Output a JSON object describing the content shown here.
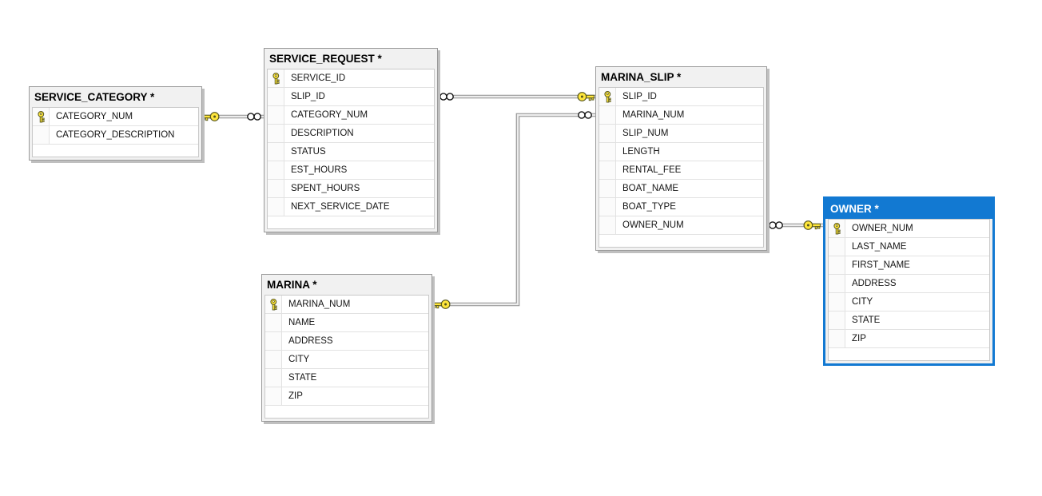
{
  "diagram_type": "database-relationship-diagram",
  "tables": [
    {
      "name": "SERVICE_CATEGORY",
      "title": "SERVICE_CATEGORY *",
      "selected": false,
      "columns": [
        {
          "name": "CATEGORY_NUM",
          "key": true
        },
        {
          "name": "CATEGORY_DESCRIPTION",
          "key": false
        }
      ]
    },
    {
      "name": "SERVICE_REQUEST",
      "title": "SERVICE_REQUEST *",
      "selected": false,
      "columns": [
        {
          "name": "SERVICE_ID",
          "key": true
        },
        {
          "name": "SLIP_ID",
          "key": false
        },
        {
          "name": "CATEGORY_NUM",
          "key": false
        },
        {
          "name": "DESCRIPTION",
          "key": false
        },
        {
          "name": "STATUS",
          "key": false
        },
        {
          "name": "EST_HOURS",
          "key": false
        },
        {
          "name": "SPENT_HOURS",
          "key": false
        },
        {
          "name": "NEXT_SERVICE_DATE",
          "key": false
        }
      ]
    },
    {
      "name": "MARINA_SLIP",
      "title": "MARINA_SLIP *",
      "selected": false,
      "columns": [
        {
          "name": "SLIP_ID",
          "key": true
        },
        {
          "name": "MARINA_NUM",
          "key": false
        },
        {
          "name": "SLIP_NUM",
          "key": false
        },
        {
          "name": "LENGTH",
          "key": false
        },
        {
          "name": "RENTAL_FEE",
          "key": false
        },
        {
          "name": "BOAT_NAME",
          "key": false
        },
        {
          "name": "BOAT_TYPE",
          "key": false
        },
        {
          "name": "OWNER_NUM",
          "key": false
        }
      ]
    },
    {
      "name": "MARINA",
      "title": "MARINA *",
      "selected": false,
      "columns": [
        {
          "name": "MARINA_NUM",
          "key": true
        },
        {
          "name": "NAME",
          "key": false
        },
        {
          "name": "ADDRESS",
          "key": false
        },
        {
          "name": "CITY",
          "key": false
        },
        {
          "name": "STATE",
          "key": false
        },
        {
          "name": "ZIP",
          "key": false
        }
      ]
    },
    {
      "name": "OWNER",
      "title": "OWNER *",
      "selected": true,
      "columns": [
        {
          "name": "OWNER_NUM",
          "key": true
        },
        {
          "name": "LAST_NAME",
          "key": false
        },
        {
          "name": "FIRST_NAME",
          "key": false
        },
        {
          "name": "ADDRESS",
          "key": false
        },
        {
          "name": "CITY",
          "key": false
        },
        {
          "name": "STATE",
          "key": false
        },
        {
          "name": "ZIP",
          "key": false
        }
      ]
    }
  ],
  "relationships": [
    {
      "one_table": "SERVICE_CATEGORY",
      "many_table": "SERVICE_REQUEST",
      "one_end_icon": "key-icon",
      "many_end_icon": "infinity-icon"
    },
    {
      "one_table": "MARINA_SLIP",
      "many_table": "SERVICE_REQUEST",
      "one_end_icon": "key-icon",
      "many_end_icon": "infinity-icon"
    },
    {
      "one_table": "MARINA",
      "many_table": "MARINA_SLIP",
      "one_end_icon": "key-icon",
      "many_end_icon": "infinity-icon"
    },
    {
      "one_table": "OWNER",
      "many_table": "MARINA_SLIP",
      "one_end_icon": "key-icon",
      "many_end_icon": "infinity-icon"
    }
  ],
  "icons": {
    "primary_key": "key-icon",
    "one_end": "key-icon",
    "many_end": "infinity-icon"
  },
  "colors": {
    "canvas_bg": "#ffffff",
    "table_bg": "#f1f1f1",
    "rows_bg": "#ffffff",
    "table_border": "#9a9a9a",
    "table_shadow": "#bfbfbf",
    "grid_line": "#e2e2e2",
    "inner_border": "#c9c9c9",
    "header_text": "#000000",
    "selected_header_bg": "#1279d2",
    "selected_header_text": "#ffffff",
    "connector_edge": "#8f8f8f",
    "connector_fill": "#ededed",
    "key_yellow": "#ffe63b"
  }
}
